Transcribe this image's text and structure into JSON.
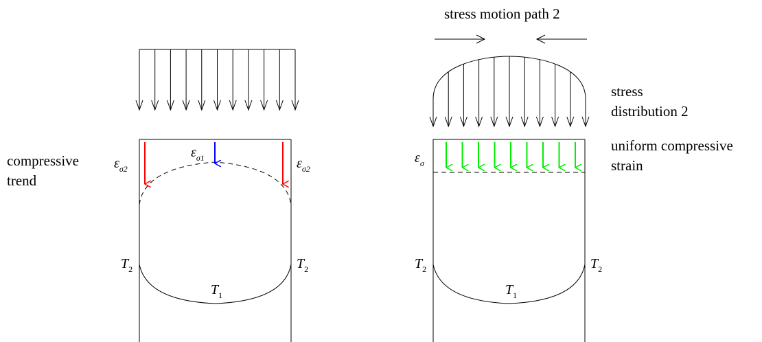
{
  "left_panel": {
    "trend_label_line1": "compressive",
    "trend_label_line2": "trend",
    "strain_edge_symbol": "ε",
    "strain_edge_subscript": "σ2",
    "strain_center_symbol": "ε",
    "strain_center_subscript": "σ1",
    "temp_edge_symbol": "T",
    "temp_edge_subscript": "2",
    "temp_center_symbol": "T",
    "temp_center_subscript": "1",
    "uniform_load_arrow_count": 11
  },
  "right_panel": {
    "path_label": "stress motion path 2",
    "distribution_label_line1": "stress",
    "distribution_label_line2": "distribution 2",
    "strain_label_line1": "uniform compressive",
    "strain_label_line2": "strain",
    "strain_symbol": "ε",
    "strain_subscript": "σ",
    "temp_edge_symbol": "T",
    "temp_edge_subscript": "2",
    "temp_center_symbol": "T",
    "temp_center_subscript": "1",
    "load_arrow_count": 11,
    "green_arrow_count": 9
  },
  "colors": {
    "edge_strain_arrow": "#ff0000",
    "center_strain_arrow": "#0000ff",
    "uniform_strain_arrow": "#00ee00",
    "line": "#000000"
  }
}
